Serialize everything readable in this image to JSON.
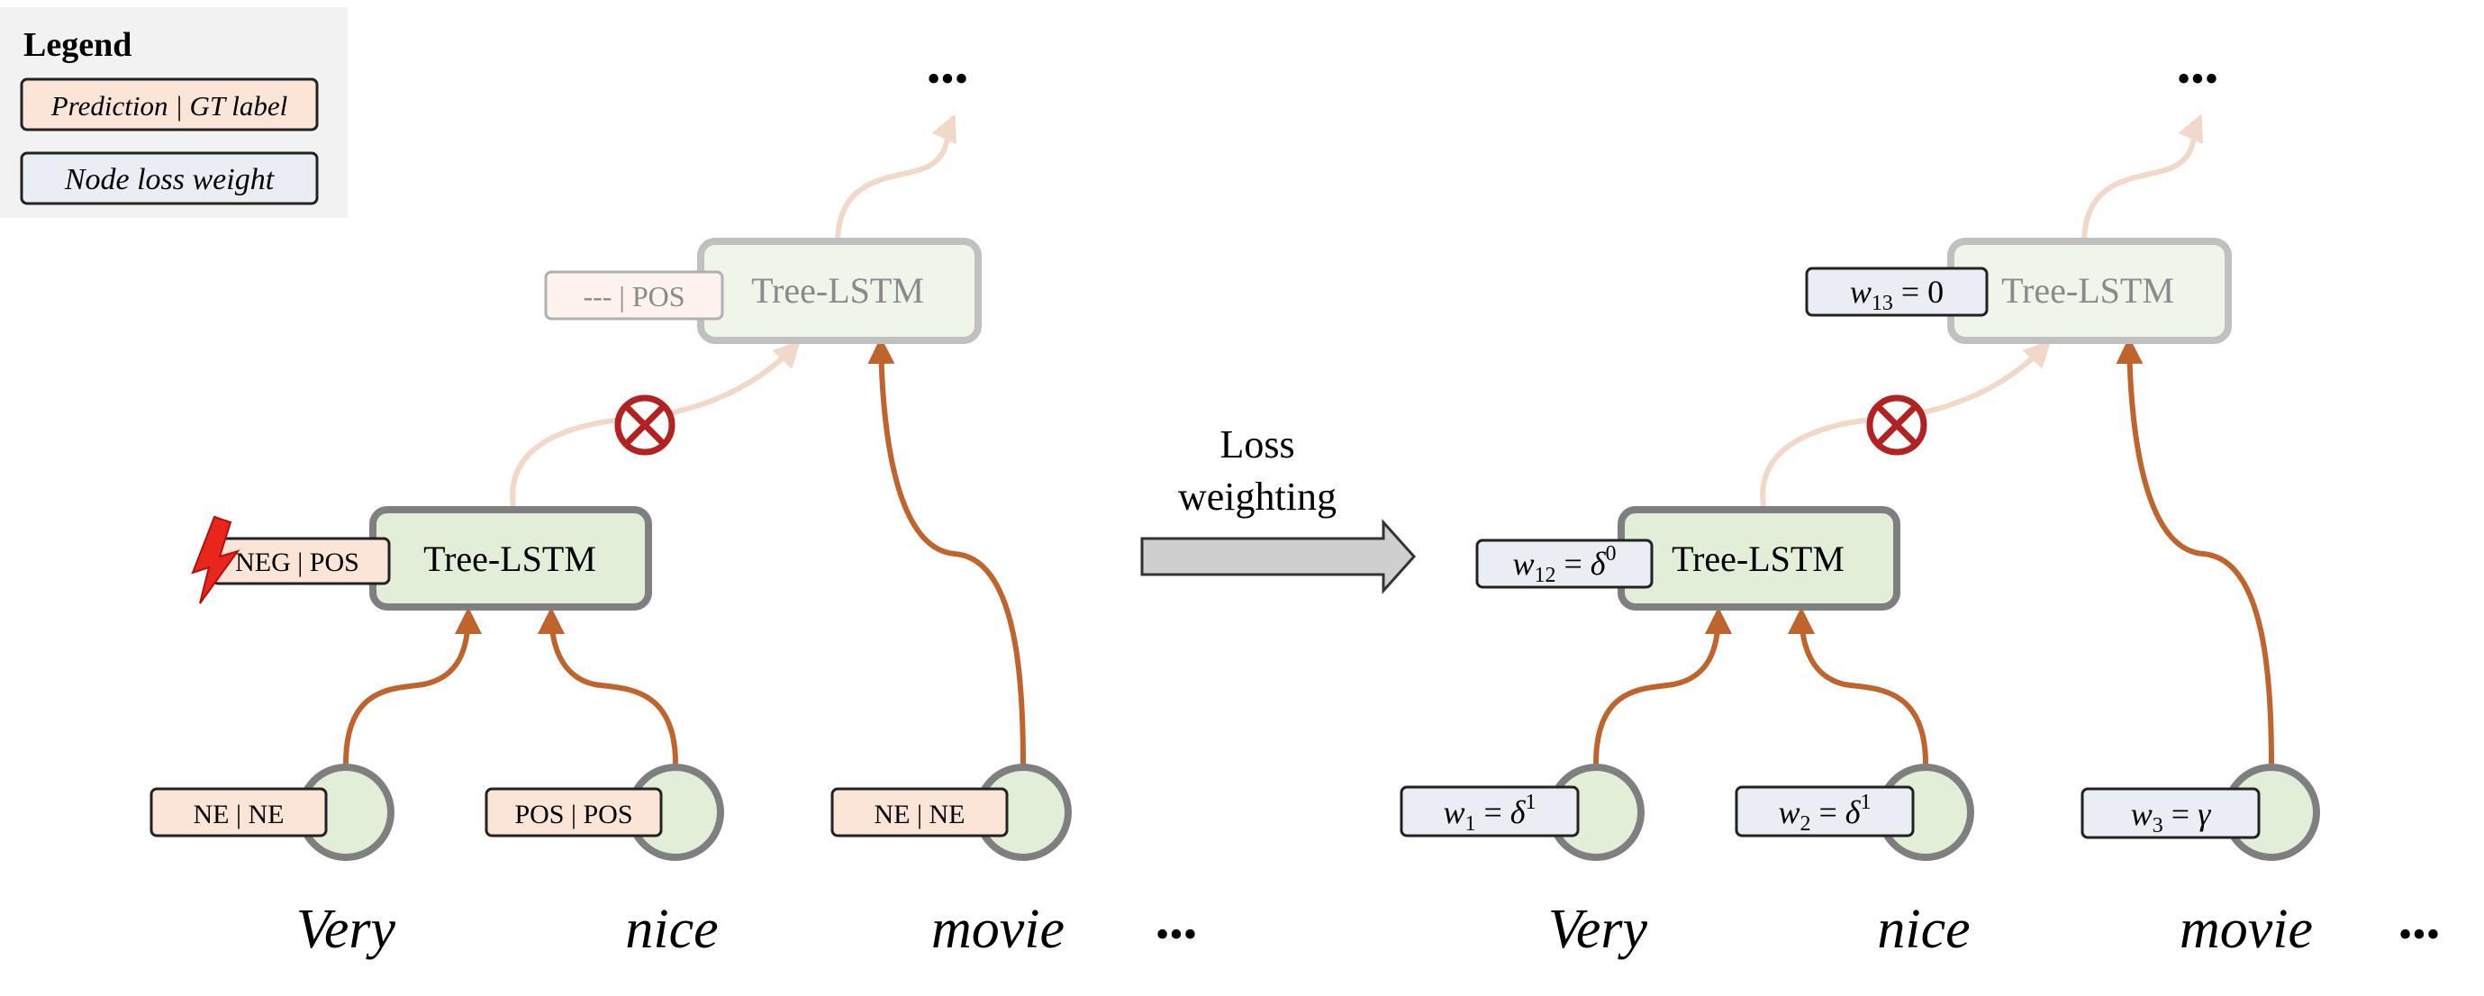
{
  "legend": {
    "title": "Legend",
    "prediction_label": "Prediction | GT label",
    "weight_label": "Node loss weight",
    "colors": {
      "prediction_fill": "#fbe5d6",
      "weight_fill": "#eaedf3"
    }
  },
  "node_label": "Tree-LSTM",
  "ellipsis": "•••",
  "words": [
    "Very",
    "nice",
    "movie"
  ],
  "left_tree": {
    "leaf_labels": [
      "NE | NE",
      "POS | POS",
      "NE | NE"
    ],
    "internal_label": "NEG | POS",
    "root_label": "--- | POS"
  },
  "right_tree": {
    "leaf_weights": [
      {
        "var": "w",
        "sub": "1",
        "rhs": "δ",
        "sup": "1"
      },
      {
        "var": "w",
        "sub": "2",
        "rhs": "δ",
        "sup": "1"
      },
      {
        "var": "w",
        "sub": "3",
        "rhs": "γ",
        "sup": ""
      }
    ],
    "internal_weight": {
      "var": "w",
      "sub": "12",
      "rhs": "δ",
      "sup": "0"
    },
    "root_weight": {
      "var": "w",
      "sub": "13",
      "rhs": "0",
      "sup": ""
    }
  },
  "transition": {
    "line1": "Loss",
    "line2": "weighting"
  },
  "colors": {
    "arrow": "#c0642e",
    "faded_arrow": "#f2d8c8",
    "node_fill": "#e3eed8",
    "node_border": "#7f7f7f",
    "faded_node_fill": "#f0f5ea",
    "faded_node_border": "#c0c0c0",
    "cross": "#b22222",
    "bolt": "#e8261c"
  }
}
